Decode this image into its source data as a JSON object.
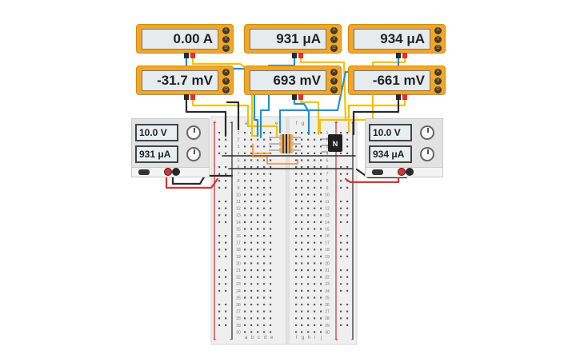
{
  "meters": [
    {
      "reading": "0.00 A"
    },
    {
      "reading": "931 μA"
    },
    {
      "reading": "934 μA"
    },
    {
      "reading": "-31.7 mV"
    },
    {
      "reading": "693 mV"
    },
    {
      "reading": "-661 mV"
    }
  ],
  "meter_buttons": [
    "A",
    "V",
    "Ω"
  ],
  "power_supplies": [
    {
      "voltage": "10.0 V",
      "current": "931 μA"
    },
    {
      "voltage": "10.0 V",
      "current": "934 μA"
    }
  ],
  "breadboard": {
    "column_letters": [
      "a",
      "b",
      "c",
      "d",
      "e",
      "f",
      "g",
      "h",
      "i",
      "j"
    ],
    "rail_signs": [
      "+",
      "-"
    ],
    "row_count": 30
  },
  "component": {
    "symbol": "N"
  },
  "colors": {
    "meter_body": "#f3a623",
    "wire_red": "#e03030",
    "wire_black": "#2a2a2a",
    "wire_yellow": "#f2c200",
    "wire_blue": "#1e90d8",
    "wire_orange": "#f08a24",
    "rail_red": "#d62b2b",
    "rail_black": "#2b2b2b"
  }
}
